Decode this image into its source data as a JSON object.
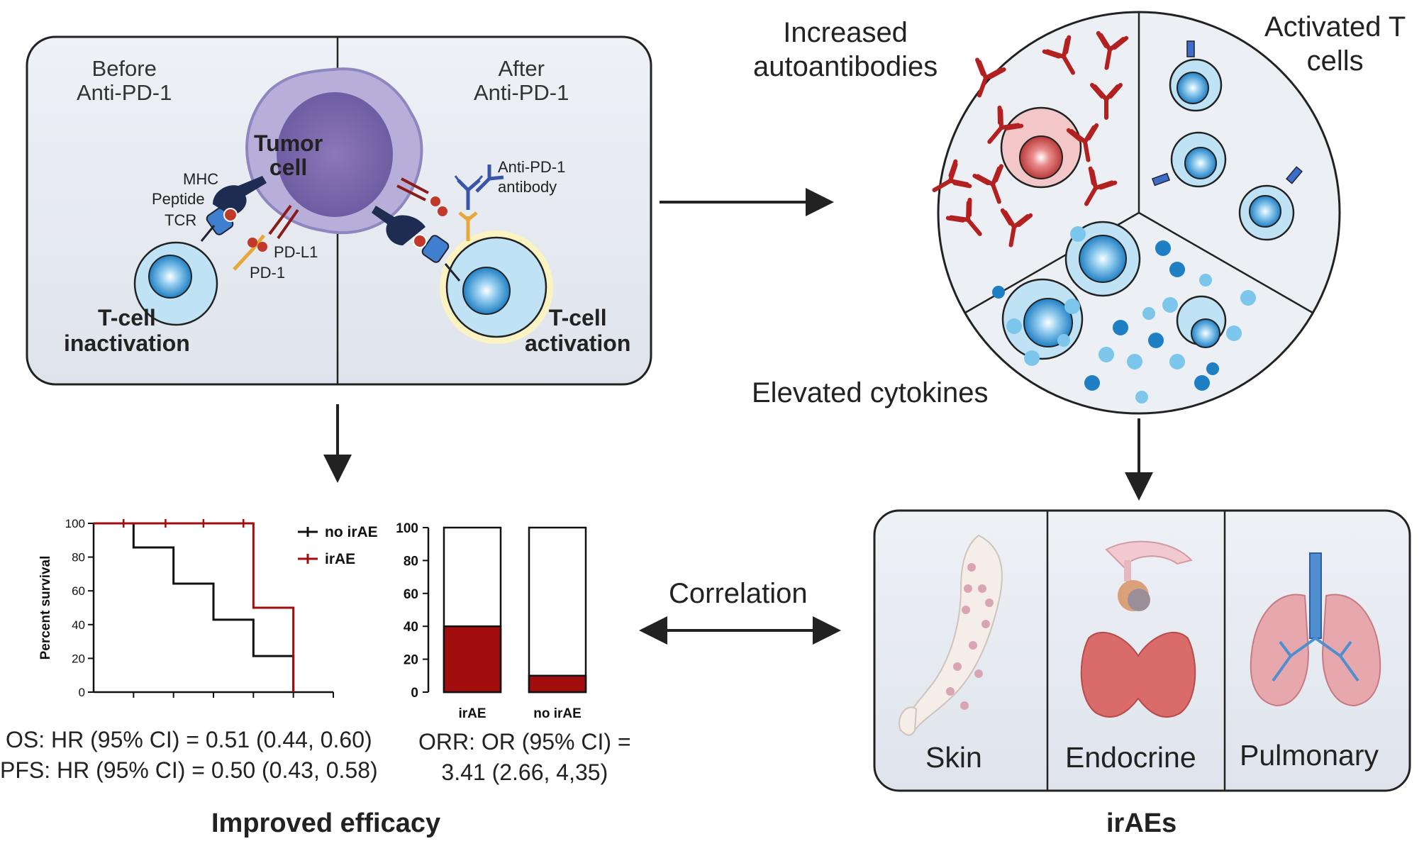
{
  "mechanism": {
    "before": [
      "Before",
      "Anti-PD-1"
    ],
    "after": [
      "After",
      "Anti-PD-1"
    ],
    "tumor_cell": [
      "Tumor",
      "cell"
    ],
    "mhc": "MHC",
    "peptide": "Peptide",
    "tcr": "TCR",
    "pd_l1": "PD-L1",
    "pd_1": "PD-1",
    "anti_pd1_antibody": [
      "Anti-PD-1",
      "antibody"
    ],
    "tcell_inactivation": [
      "T-cell",
      "inactivation"
    ],
    "tcell_activation": [
      "T-cell",
      "activation"
    ]
  },
  "immune_effects": {
    "autoantibodies": [
      "Increased",
      "autoantibodies"
    ],
    "activated_t_cells": [
      "Activated T",
      "cells"
    ],
    "cytokines": "Elevated cytokines"
  },
  "iraes": {
    "organs": [
      "Skin",
      "Endocrine",
      "Pulmonary"
    ],
    "title": "irAEs"
  },
  "correlation": "Correlation",
  "efficacy": {
    "os_stat": "OS: HR (95% CI) = 0.51 (0.44, 0.60)",
    "pfs_stat": "PFS: HR (95% CI) = 0.50 (0.43, 0.58)",
    "orr_stat": [
      "ORR: OR (95% CI) =",
      "3.41 (2.66, 4,35)"
    ],
    "title": "Improved efficacy"
  },
  "colors": {
    "irae": "#a10d0d",
    "no_irae": "#111111",
    "panel": "#e3e7ee",
    "cell": "#bfe3f5",
    "nucleus": "#2a8fd0"
  },
  "chart_data": [
    {
      "type": "line",
      "ylabel": "Percent survival",
      "ylim": [
        0,
        100
      ],
      "yticks": [
        "0",
        "20",
        "40",
        "60",
        "80",
        "100"
      ],
      "x": [
        0,
        1,
        2,
        3,
        4,
        5,
        6
      ],
      "legend": "top-right",
      "series": [
        {
          "name": "no irAE",
          "color": "#111111",
          "steps": [
            [
              0,
              100
            ],
            [
              1,
              100
            ],
            [
              1,
              85.7
            ],
            [
              2,
              85.7
            ],
            [
              2,
              64.3
            ],
            [
              3,
              64.3
            ],
            [
              3,
              42.9
            ],
            [
              4,
              42.9
            ],
            [
              4,
              21.4
            ],
            [
              5,
              21.4
            ],
            [
              5,
              0
            ]
          ]
        },
        {
          "name": "irAE",
          "color": "#a10d0d",
          "steps": [
            [
              0,
              100
            ],
            [
              4,
              100
            ],
            [
              4,
              50
            ],
            [
              5,
              50
            ],
            [
              5,
              0
            ]
          ]
        }
      ]
    },
    {
      "type": "bar",
      "categories": [
        "irAE",
        "no irAE"
      ],
      "values": [
        40,
        10
      ],
      "total": 100,
      "ylim": [
        0,
        100
      ],
      "yticks": [
        "0",
        "20",
        "40",
        "60",
        "80",
        "100"
      ],
      "color": "#a10d0d"
    }
  ]
}
